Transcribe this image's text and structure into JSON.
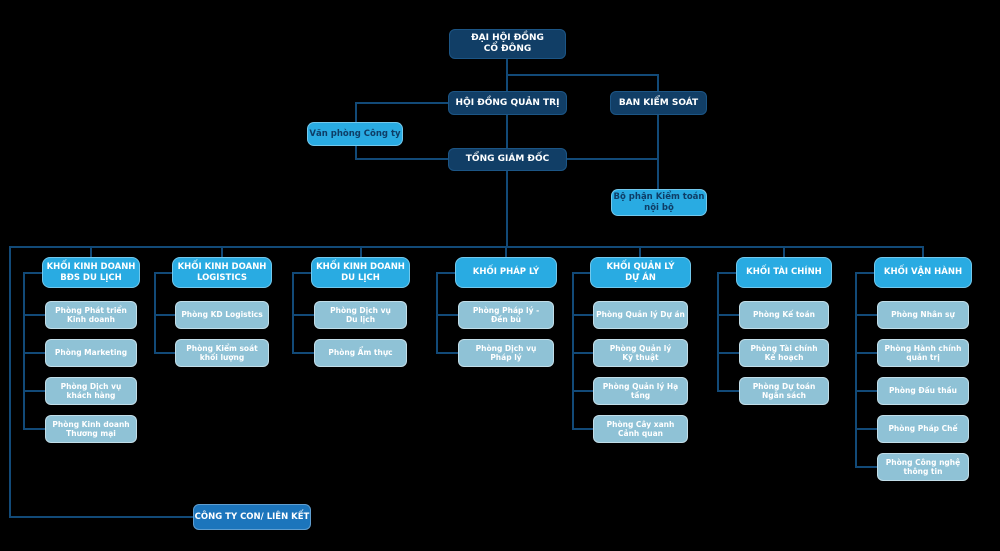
{
  "top": {
    "shareholders": "ĐẠI HỘI ĐỒNG\nCỔ ĐÔNG",
    "board": "HỘI ĐỒNG QUẢN TRỊ",
    "supervisory_board": "BAN KIỂM SOÁT",
    "company_office": "Văn phòng Công ty",
    "ceo": "TỔNG GIÁM ĐỐC",
    "internal_audit": "Bộ phận Kiểm toán\nnội bộ"
  },
  "divisions": [
    {
      "label": "KHỐI KINH DOANH\nBĐS DU LỊCH",
      "children": [
        "Phòng Phát triển\nKinh doanh",
        "Phòng Marketing",
        "Phòng Dịch vụ\nkhách hàng",
        "Phòng Kinh doanh\nThương mại"
      ]
    },
    {
      "label": "KHỐI KINH DOANH\nLOGISTICS",
      "children": [
        "Phòng KD Logistics",
        "Phòng Kiểm soát\nkhối lượng"
      ]
    },
    {
      "label": "KHỐI KINH DOANH\nDU LỊCH",
      "children": [
        "Phòng Dịch vụ\nDu lịch",
        "Phòng Ẩm thực"
      ]
    },
    {
      "label": "KHỐI PHÁP LÝ",
      "children": [
        "Phòng Pháp lý -\nĐền bù",
        "Phòng Dịch vụ\nPháp lý"
      ]
    },
    {
      "label": "KHỐI QUẢN LÝ\nDỰ ÁN",
      "children": [
        "Phòng Quản lý Dự án",
        "Phòng Quản lý\nKỹ thuật",
        "Phòng Quản lý Hạ tầng",
        "Phòng Cây xanh\nCảnh quan"
      ]
    },
    {
      "label": "KHỐI TÀI CHÍNH",
      "children": [
        "Phòng Kế toán",
        "Phòng Tài chính\nKế hoạch",
        "Phòng Dự toán\nNgân sách"
      ]
    },
    {
      "label": "KHỐI VẬN HÀNH",
      "children": [
        "Phòng Nhân sự",
        "Phòng Hành chính\nquản trị",
        "Phòng Đấu thầu",
        "Phòng Pháp Chế",
        "Phòng Công nghệ\nthông tin"
      ]
    }
  ],
  "subsidiaries": {
    "label": "CÔNG TY CON/ LIÊN KẾT"
  },
  "colors": {
    "background": "#000000",
    "navy_box": "#113e66",
    "accent_cyan": "#29abe2",
    "sub_box_blue": "#8fc2d6",
    "subsidiary_blue": "#1c75bc",
    "connector_line": "#124a78"
  }
}
